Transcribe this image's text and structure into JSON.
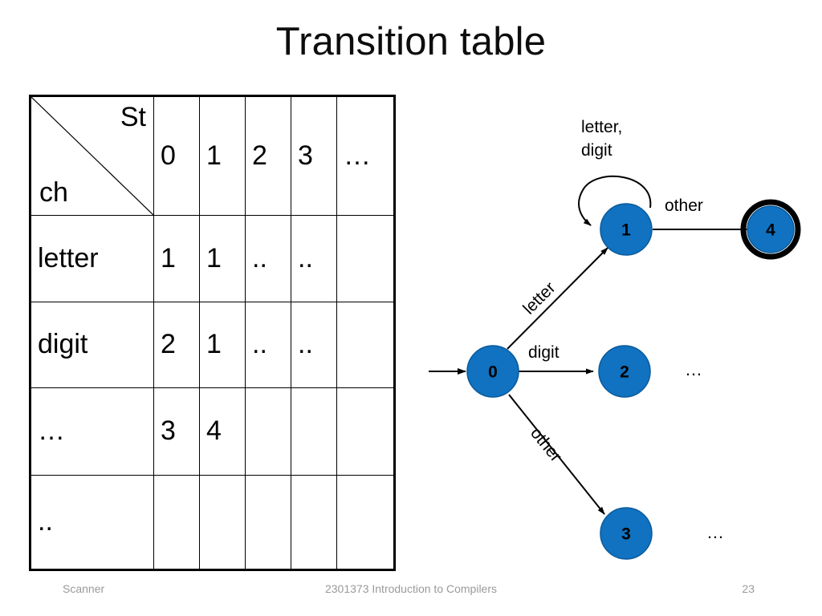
{
  "slide": {
    "title": "Transition table"
  },
  "table": {
    "corner": {
      "state_label": "St",
      "char_label": "ch"
    },
    "column_headers": [
      "0",
      "1",
      "2",
      "3",
      "…"
    ],
    "rows": [
      {
        "label": "letter",
        "cells": [
          "1",
          "1",
          "..",
          "..",
          ""
        ]
      },
      {
        "label": "digit",
        "cells": [
          "2",
          "1",
          "..",
          "..",
          ""
        ]
      },
      {
        "label": "…",
        "cells": [
          "3",
          "4",
          "",
          "",
          ""
        ]
      },
      {
        "label": "..",
        "cells": [
          "",
          "",
          "",
          "",
          ""
        ]
      }
    ]
  },
  "diagram": {
    "node_color": "#1072C0",
    "nodes": [
      {
        "id": "0",
        "label": "0",
        "accepting": false
      },
      {
        "id": "1",
        "label": "1",
        "accepting": false
      },
      {
        "id": "2",
        "label": "2",
        "accepting": false
      },
      {
        "id": "3",
        "label": "3",
        "accepting": false
      },
      {
        "id": "4",
        "label": "4",
        "accepting": true
      }
    ],
    "edges": [
      {
        "from": "start",
        "to": "0",
        "label": ""
      },
      {
        "from": "0",
        "to": "1",
        "label": "letter"
      },
      {
        "from": "0",
        "to": "2",
        "label": "digit"
      },
      {
        "from": "0",
        "to": "3",
        "label": "other"
      },
      {
        "from": "1",
        "to": "1",
        "label": "letter, digit"
      },
      {
        "from": "1",
        "to": "4",
        "label": "other"
      }
    ],
    "self_loop_label_line1": "letter,",
    "self_loop_label_line2": "digit",
    "edge_label_letter": "letter",
    "edge_label_digit": "digit",
    "edge_label_other_down": "other",
    "edge_label_other_right": "other",
    "ellipsis_near_2": "…",
    "ellipsis_near_3": "…"
  },
  "footer": {
    "left": "Scanner",
    "center": "2301373 Introduction to Compilers",
    "page": "23"
  }
}
